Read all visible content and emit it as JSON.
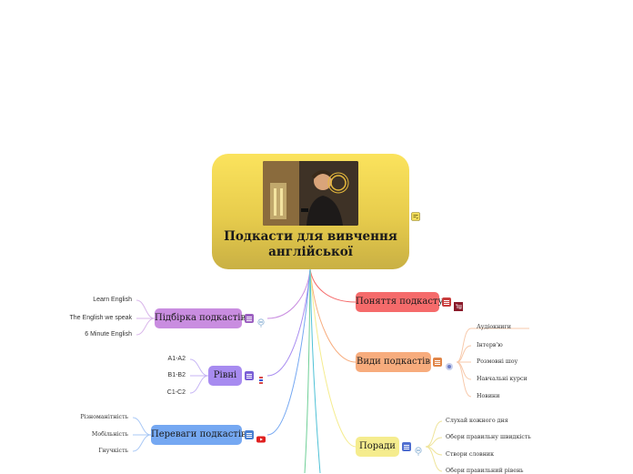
{
  "root": {
    "title": "Подкасти для вивчення англійської"
  },
  "branches": [
    {
      "id": "podcasts",
      "label": "Підбірка подкастів",
      "color": "#c98de0",
      "children": [
        "Learn English",
        "The English we speak",
        "6 Minute English"
      ]
    },
    {
      "id": "levels",
      "label": "Рівні",
      "color": "#a78bf0",
      "children": [
        "A1-A2",
        "B1-B2",
        "C1-C2"
      ]
    },
    {
      "id": "advantages",
      "label": "Переваги подкастів",
      "color": "#75a8f2",
      "children": [
        "Різноманітність",
        "Мобільність",
        "Гнучкість"
      ]
    },
    {
      "id": "concept",
      "label": "Поняття подкасту",
      "color": "#f56b6b",
      "children": []
    },
    {
      "id": "types",
      "label": "Види подкастів",
      "color": "#f7ac7d",
      "children": [
        "Аудіокниги",
        "Інтерв'ю",
        "Розмовні шоу",
        "Навчальні курси",
        "Новини"
      ]
    },
    {
      "id": "tips",
      "label": "Поради",
      "color": "#f5ec8e",
      "children": [
        "Слухай кожного дня",
        "Обери правильну швидкість",
        "Створи словник",
        "Обери правильний рівень"
      ]
    }
  ],
  "icons": [
    "note-icon",
    "menu-icon",
    "tree-icon",
    "youtube-icon",
    "bar-icon",
    "flag-icon"
  ]
}
